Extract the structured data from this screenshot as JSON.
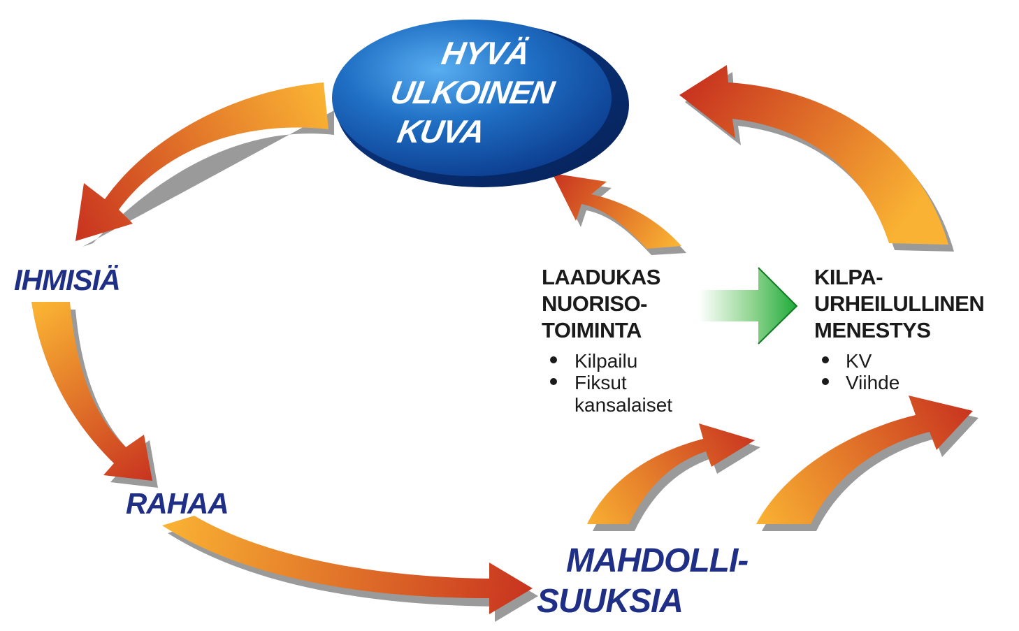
{
  "diagram": {
    "center": {
      "lines": [
        "HYVÄ",
        "ULKOINEN",
        "KUVA"
      ]
    },
    "nodes": {
      "ihmisia": "IHMISIÄ",
      "rahaa": "RAHAA",
      "mahdollisuuksia": [
        "MAHDOLLI-",
        "SUUKSIA"
      ]
    },
    "youth_box": {
      "heading": [
        "LAADUKAS",
        "NUORISO-",
        "TOIMINTA"
      ],
      "bullets": [
        "Kilpailu",
        "Fiksut",
        "kansalaiset"
      ]
    },
    "success_box": {
      "heading": [
        "KILPA-",
        "URHEILULLINEN",
        "MENESTYS"
      ],
      "bullets": [
        "KV",
        "Viihde"
      ]
    },
    "colors": {
      "arrow_start": "#f9b233",
      "arrow_end": "#c8331f",
      "arrow_shadow": "#9a9a9a",
      "ellipse_light": "#2f8fe0",
      "ellipse_dark": "#0b3a8c",
      "label_blue": "#1f2f86",
      "green_arrow": "#1faa3a"
    }
  }
}
